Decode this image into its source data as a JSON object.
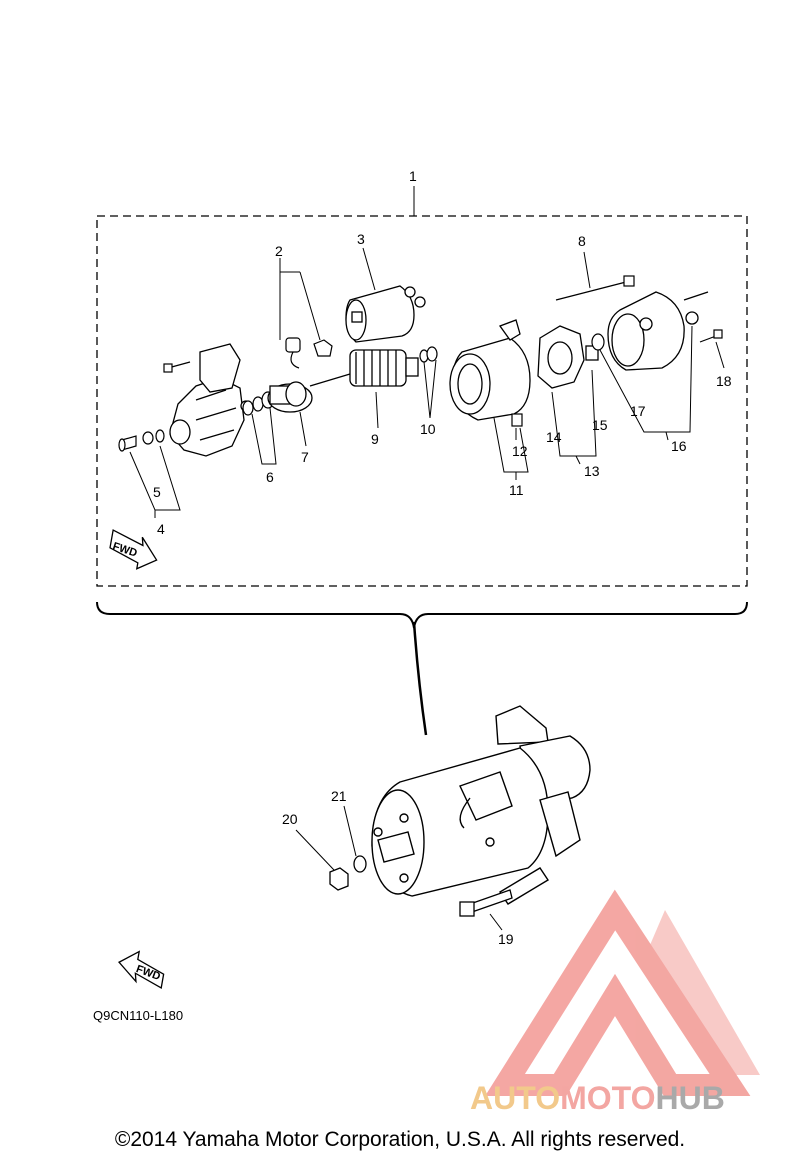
{
  "diagram": {
    "callouts": [
      "1",
      "2",
      "3",
      "4",
      "5",
      "6",
      "7",
      "8",
      "9",
      "10",
      "11",
      "12",
      "13",
      "14",
      "15",
      "16",
      "17",
      "18",
      "19",
      "20",
      "21"
    ],
    "fwd_label_top": "FWD",
    "fwd_label_bottom": "FWD",
    "diagram_code": "Q9CN110-L180"
  },
  "watermark": {
    "part1": "AUTO",
    "part2": "MOTO",
    "part3": "HUB",
    "colors": {
      "auto": "#f2c98b",
      "moto": "#f3a6a2",
      "hub": "#a9a9a9",
      "logo": "#f08a84"
    }
  },
  "footer": {
    "copyright": "©2014 Yamaha Motor Corporation, U.S.A. All rights reserved."
  }
}
